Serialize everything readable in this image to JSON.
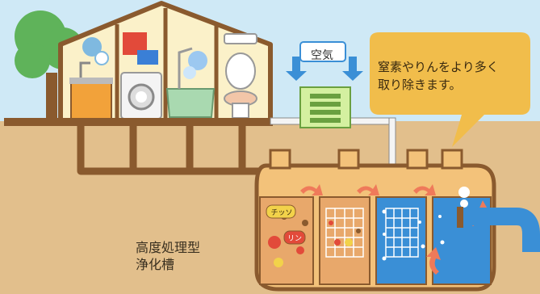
{
  "air_label": "空気",
  "callout_text": [
    "窒素やりんをより多く",
    "取り除きます。"
  ],
  "tank_label": [
    "高度処理型",
    "浄化槽"
  ],
  "particle_labels": [
    "チッソ",
    "リン"
  ],
  "colors": {
    "sky": "#cfe9f6",
    "ground": "#e2bf8c",
    "house": "#fbf1c9",
    "roof": "#8a5a2e",
    "pipe": "#8a5a2e",
    "callout": "#f1bd4b",
    "water_clean": "#3a8fd6",
    "arrow": "#ef7a5a"
  }
}
